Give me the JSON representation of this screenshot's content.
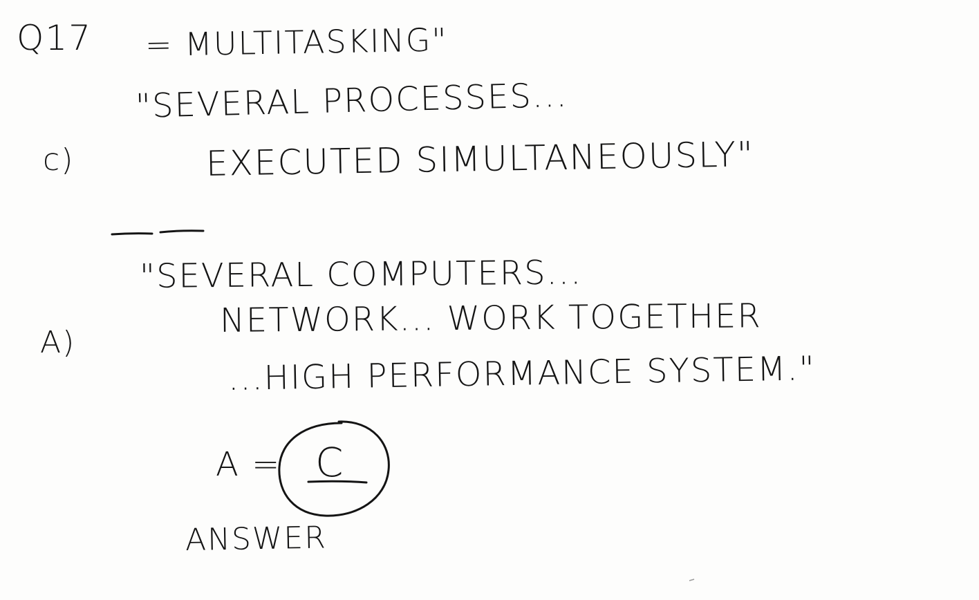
{
  "note": {
    "question_number": "Q17",
    "topic": "= MULTITASKING\"",
    "option_c": {
      "label": "c)",
      "line_1": "\"SEVERAL PROCESSES...",
      "line_2": "EXECUTED SIMULTANEOUSLY\""
    },
    "option_a": {
      "label": "A)",
      "line_1": "\"SEVERAL COMPUTERS...",
      "line_2": "NETWORK... WORK TOGETHER",
      "line_3": "...HIGH PERFORMANCE SYSTEM.\""
    },
    "answer": {
      "prefix": "A =",
      "value": "C",
      "caption": "ANSWER"
    }
  },
  "colors": {
    "paper": "#fdfdfc",
    "ink": "#141414"
  }
}
